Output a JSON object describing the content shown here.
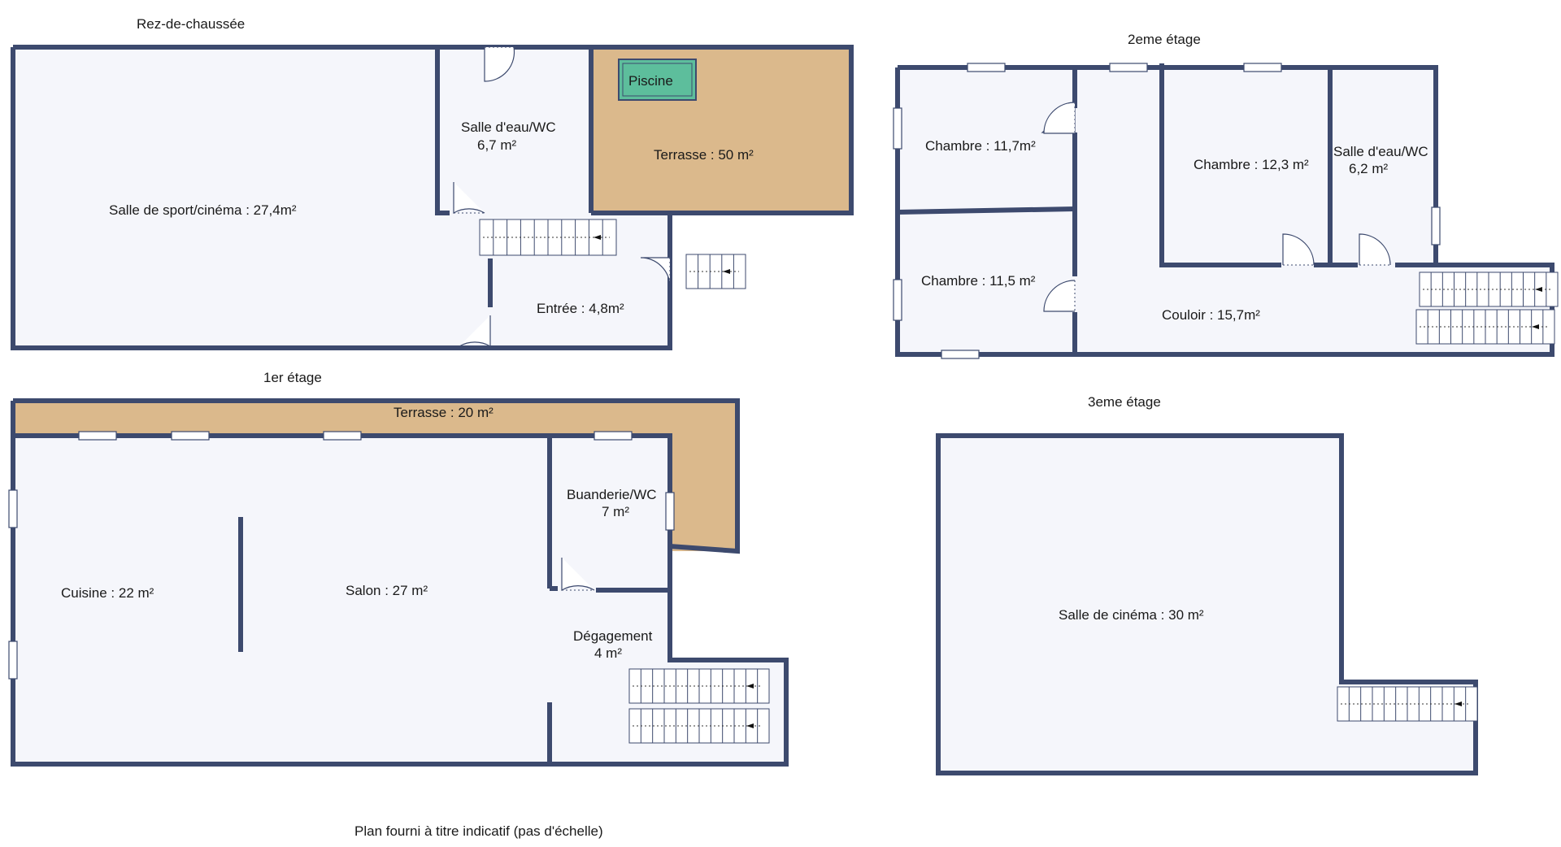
{
  "floors": {
    "rdc": {
      "title": "Rez-de-chaussée",
      "rooms": {
        "sport": "Salle de sport/cinéma : 27,4m²",
        "sde_line1": "Salle d'eau/WC",
        "sde_line2": "6,7 m²",
        "terrasse": "Terrasse : 50 m²",
        "piscine": "Piscine",
        "entree": "Entrée : 4,8m²"
      }
    },
    "etage1": {
      "title": "1er étage",
      "rooms": {
        "terrasse": "Terrasse : 20 m²",
        "cuisine": "Cuisine : 22 m²",
        "salon": "Salon : 27 m²",
        "buanderie_line1": "Buanderie/WC",
        "buanderie_line2": "7 m²",
        "degagement_line1": "Dégagement",
        "degagement_line2": "4 m²"
      }
    },
    "etage2": {
      "title": "2eme étage",
      "rooms": {
        "chambre1": "Chambre : 11,7m²",
        "chambre2": "Chambre : 11,5 m²",
        "chambre3": "Chambre : 12,3 m²",
        "sde_line1": "Salle d'eau/WC",
        "sde_line2": "6,2 m²",
        "couloir": "Couloir : 15,7m²"
      }
    },
    "etage3": {
      "title": "3eme étage",
      "rooms": {
        "cinema": "Salle de cinéma : 30 m²"
      }
    }
  },
  "footer_note": "Plan fourni à titre indicatif (pas d'échelle)",
  "colors": {
    "wall": "#3d4a6e",
    "floor": "#f5f6fb",
    "terrace": "#dbb98c",
    "pool": "#5dbe9c"
  }
}
